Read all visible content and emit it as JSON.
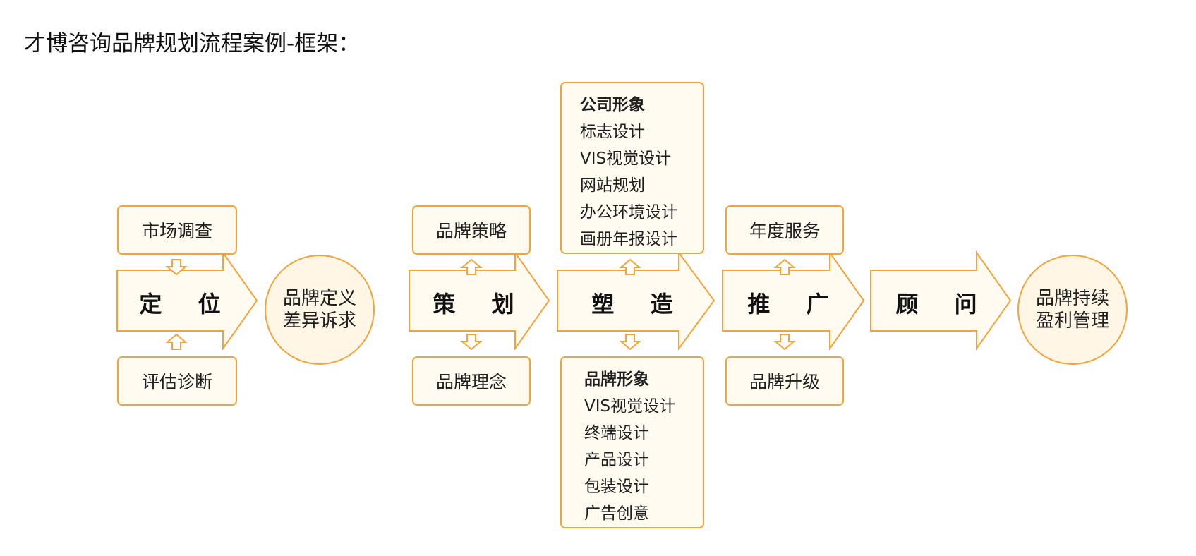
{
  "title": "才博咨询品牌规划流程案例-框架：",
  "stages": [
    {
      "label": "定 位",
      "top_box": "市场调查",
      "bottom_box": "评估诊断"
    },
    {
      "label": "策 划",
      "top_box": "品牌策略",
      "bottom_box": "品牌理念"
    },
    {
      "label": "塑 造",
      "top_list": {
        "heading": "公司形象",
        "items": [
          "标志设计",
          "VIS视觉设计",
          "网站规划",
          "办公环境设计",
          "画册年报设计"
        ]
      },
      "bottom_list": {
        "heading": "品牌形象",
        "items": [
          "VIS视觉设计",
          "终端设计",
          "产品设计",
          "包装设计",
          "广告创意"
        ]
      }
    },
    {
      "label": "推 广",
      "top_box": "年度服务",
      "bottom_box": "品牌升级"
    },
    {
      "label": "顾 问"
    }
  ],
  "circles": [
    {
      "line1": "品牌定义",
      "line2": "差异诉求"
    },
    {
      "line1": "品牌持续",
      "line2": "盈利管理"
    }
  ],
  "colors": {
    "border": "#f2a33a",
    "fill": "#fffbf0",
    "circle_fill": "#fff6e6"
  },
  "icons": [
    "hollow-up-arrow-icon",
    "hollow-down-arrow-icon",
    "right-block-arrow-icon"
  ]
}
